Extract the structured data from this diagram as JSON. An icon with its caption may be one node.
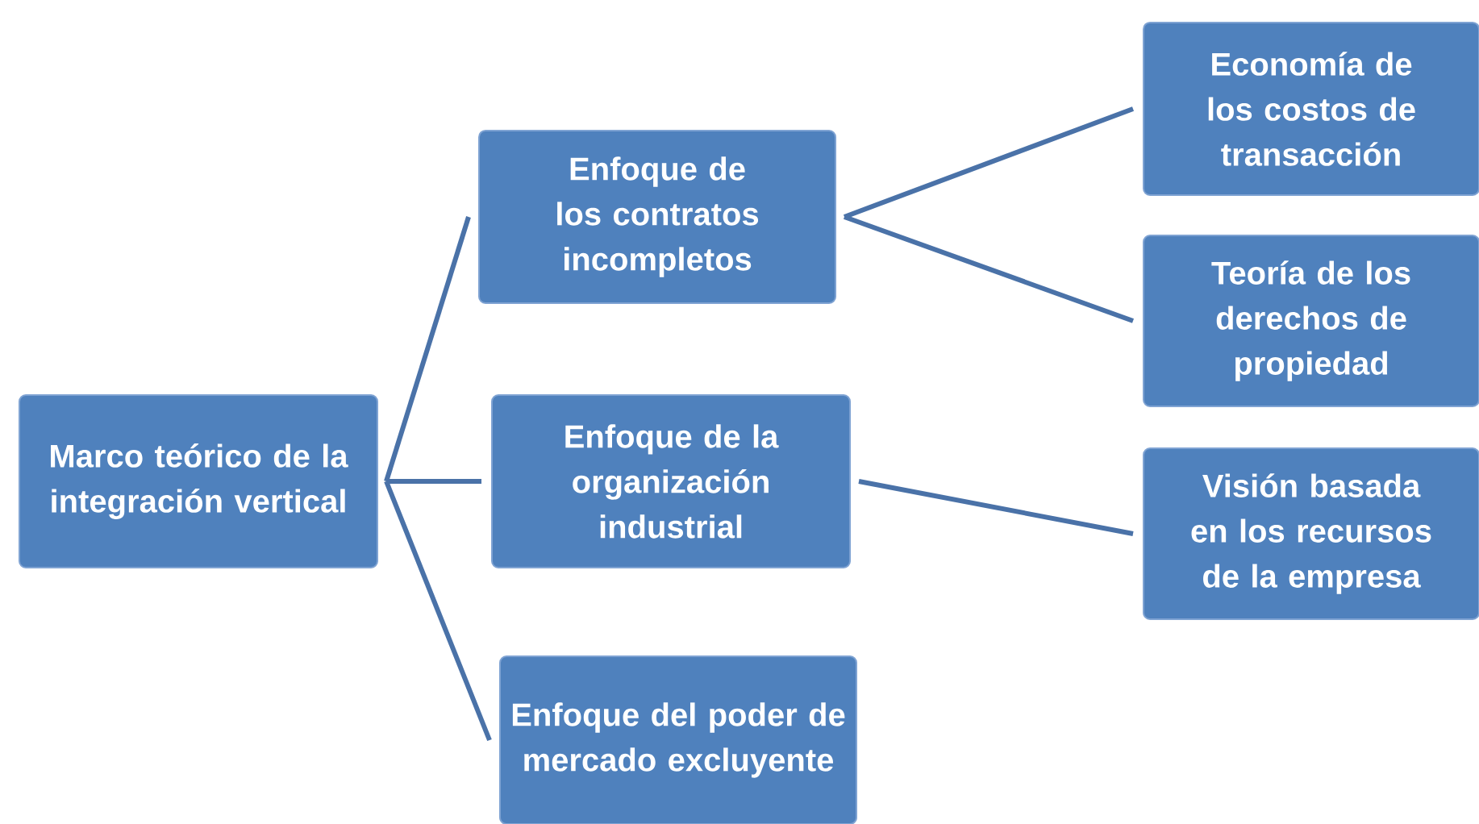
{
  "diagram": {
    "nodes": [
      {
        "text": [
          "Marco teórico de la integración vertical"
        ]
      },
      {
        "text": [
          "Enfoque de los contratos incompletos"
        ]
      },
      {
        "text": [
          "Enfoque de la organización industrial"
        ]
      },
      {
        "text": [
          "Enfoque del poder de mercado excluyente"
        ]
      },
      {
        "text": [
          "Economía de los costos de transacción"
        ]
      },
      {
        "text": [
          "Teoría de los derechos de propiedad"
        ]
      },
      {
        "text": [
          "Visión basada en los recursos de la empresa"
        ]
      }
    ],
    "edges": [
      {
        "from": 0,
        "to": 1,
        "arrow": "none"
      },
      {
        "from": 0,
        "to": 2,
        "arrow": "none"
      },
      {
        "from": 0,
        "to": 3,
        "arrow": "none"
      },
      {
        "from": 1,
        "to": 4,
        "arrow": "none"
      },
      {
        "from": 1,
        "to": 5,
        "arrow": "none"
      },
      {
        "from": 2,
        "to": 6,
        "arrow": "none"
      }
    ]
  }
}
